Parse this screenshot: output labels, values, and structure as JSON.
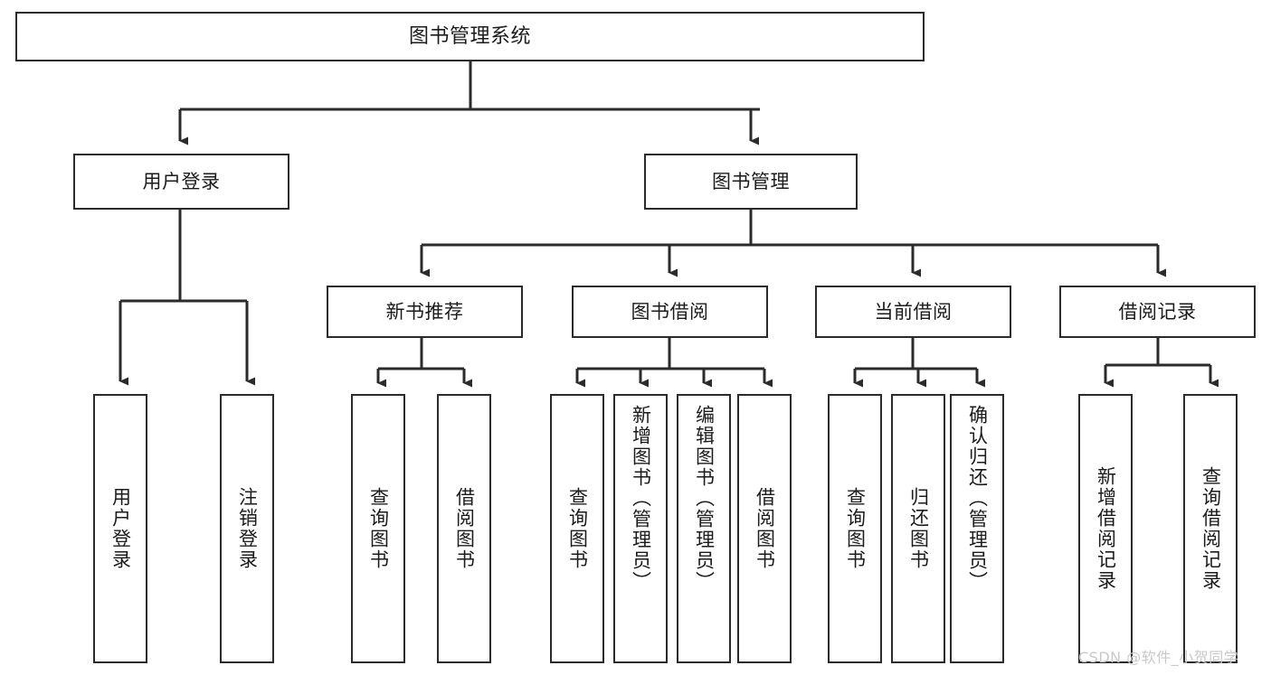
{
  "diagram": {
    "title": "图书管理系统",
    "type": "tree-hierarchy",
    "edge_color": "#2b2b2b",
    "box_border_color": "#2b2b2b",
    "box_fill_color": "#ffffff",
    "watermark": "CSDN @软件_小贺同学",
    "watermark_color": "#c9c9c9"
  },
  "nodes": {
    "root": {
      "label": "图书管理系统"
    },
    "level1": [
      {
        "id": "user-login",
        "label": "用户登录"
      },
      {
        "id": "book-management",
        "label": "图书管理"
      }
    ],
    "level2": [
      {
        "id": "new-book-recommend",
        "label": "新书推荐"
      },
      {
        "id": "book-borrow",
        "label": "图书借阅"
      },
      {
        "id": "current-borrow",
        "label": "当前借阅"
      },
      {
        "id": "borrow-record",
        "label": "借阅记录"
      }
    ],
    "leaves": {
      "user_login": [
        {
          "id": "leaf-user-login",
          "label": "用户登录"
        },
        {
          "id": "leaf-logout-login",
          "label": "注销登录"
        }
      ],
      "new_book_recommend": [
        {
          "id": "leaf-query-book-1",
          "label": "查询图书"
        },
        {
          "id": "leaf-borrow-book-1",
          "label": "借阅图书"
        }
      ],
      "book_borrow": [
        {
          "id": "leaf-query-book-2",
          "label": "查询图书"
        },
        {
          "id": "leaf-add-book",
          "label": "新增图书（管理员）"
        },
        {
          "id": "leaf-edit-book",
          "label": "编辑图书（管理员）"
        },
        {
          "id": "leaf-borrow-book-2",
          "label": "借阅图书"
        }
      ],
      "current_borrow": [
        {
          "id": "leaf-query-book-3",
          "label": "查询图书"
        },
        {
          "id": "leaf-return-book",
          "label": "归还图书"
        },
        {
          "id": "leaf-confirm-return",
          "label": "确认归还（管理员）"
        }
      ],
      "borrow_record": [
        {
          "id": "leaf-add-borrow-record",
          "label": "新增借阅记录"
        },
        {
          "id": "leaf-query-borrow-record",
          "label": "查询借阅记录"
        }
      ]
    }
  }
}
